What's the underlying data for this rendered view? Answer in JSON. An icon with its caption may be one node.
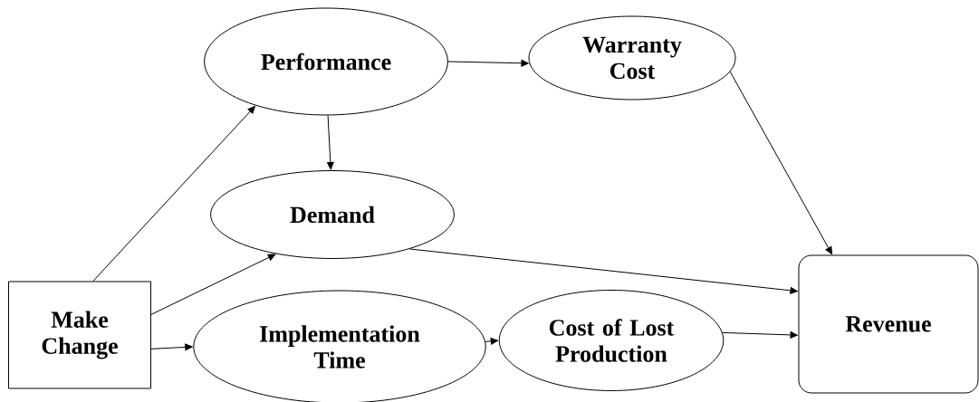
{
  "diagram": {
    "nodes": [
      {
        "text": [
          "Make Change"
        ]
      },
      {
        "text": [
          "Performance"
        ]
      },
      {
        "text": [
          "Warranty Cost"
        ]
      },
      {
        "text": [
          "Demand"
        ]
      },
      {
        "text": [
          "Implementation Time"
        ]
      },
      {
        "text": [
          "Cost of Lost Production"
        ]
      },
      {
        "text": [
          "Revenue"
        ]
      }
    ],
    "edges": [
      {
        "from": 0,
        "to": 1,
        "arrow": "to"
      },
      {
        "from": 0,
        "to": 3,
        "arrow": "to"
      },
      {
        "from": 0,
        "to": 4,
        "arrow": "to"
      },
      {
        "from": 1,
        "to": 3,
        "arrow": "to"
      },
      {
        "from": 1,
        "to": 2,
        "arrow": "to"
      },
      {
        "from": 2,
        "to": 6,
        "arrow": "to"
      },
      {
        "from": 3,
        "to": 6,
        "arrow": "to"
      },
      {
        "from": 4,
        "to": 5,
        "arrow": "to"
      },
      {
        "from": 5,
        "to": 6,
        "arrow": "to"
      }
    ]
  }
}
